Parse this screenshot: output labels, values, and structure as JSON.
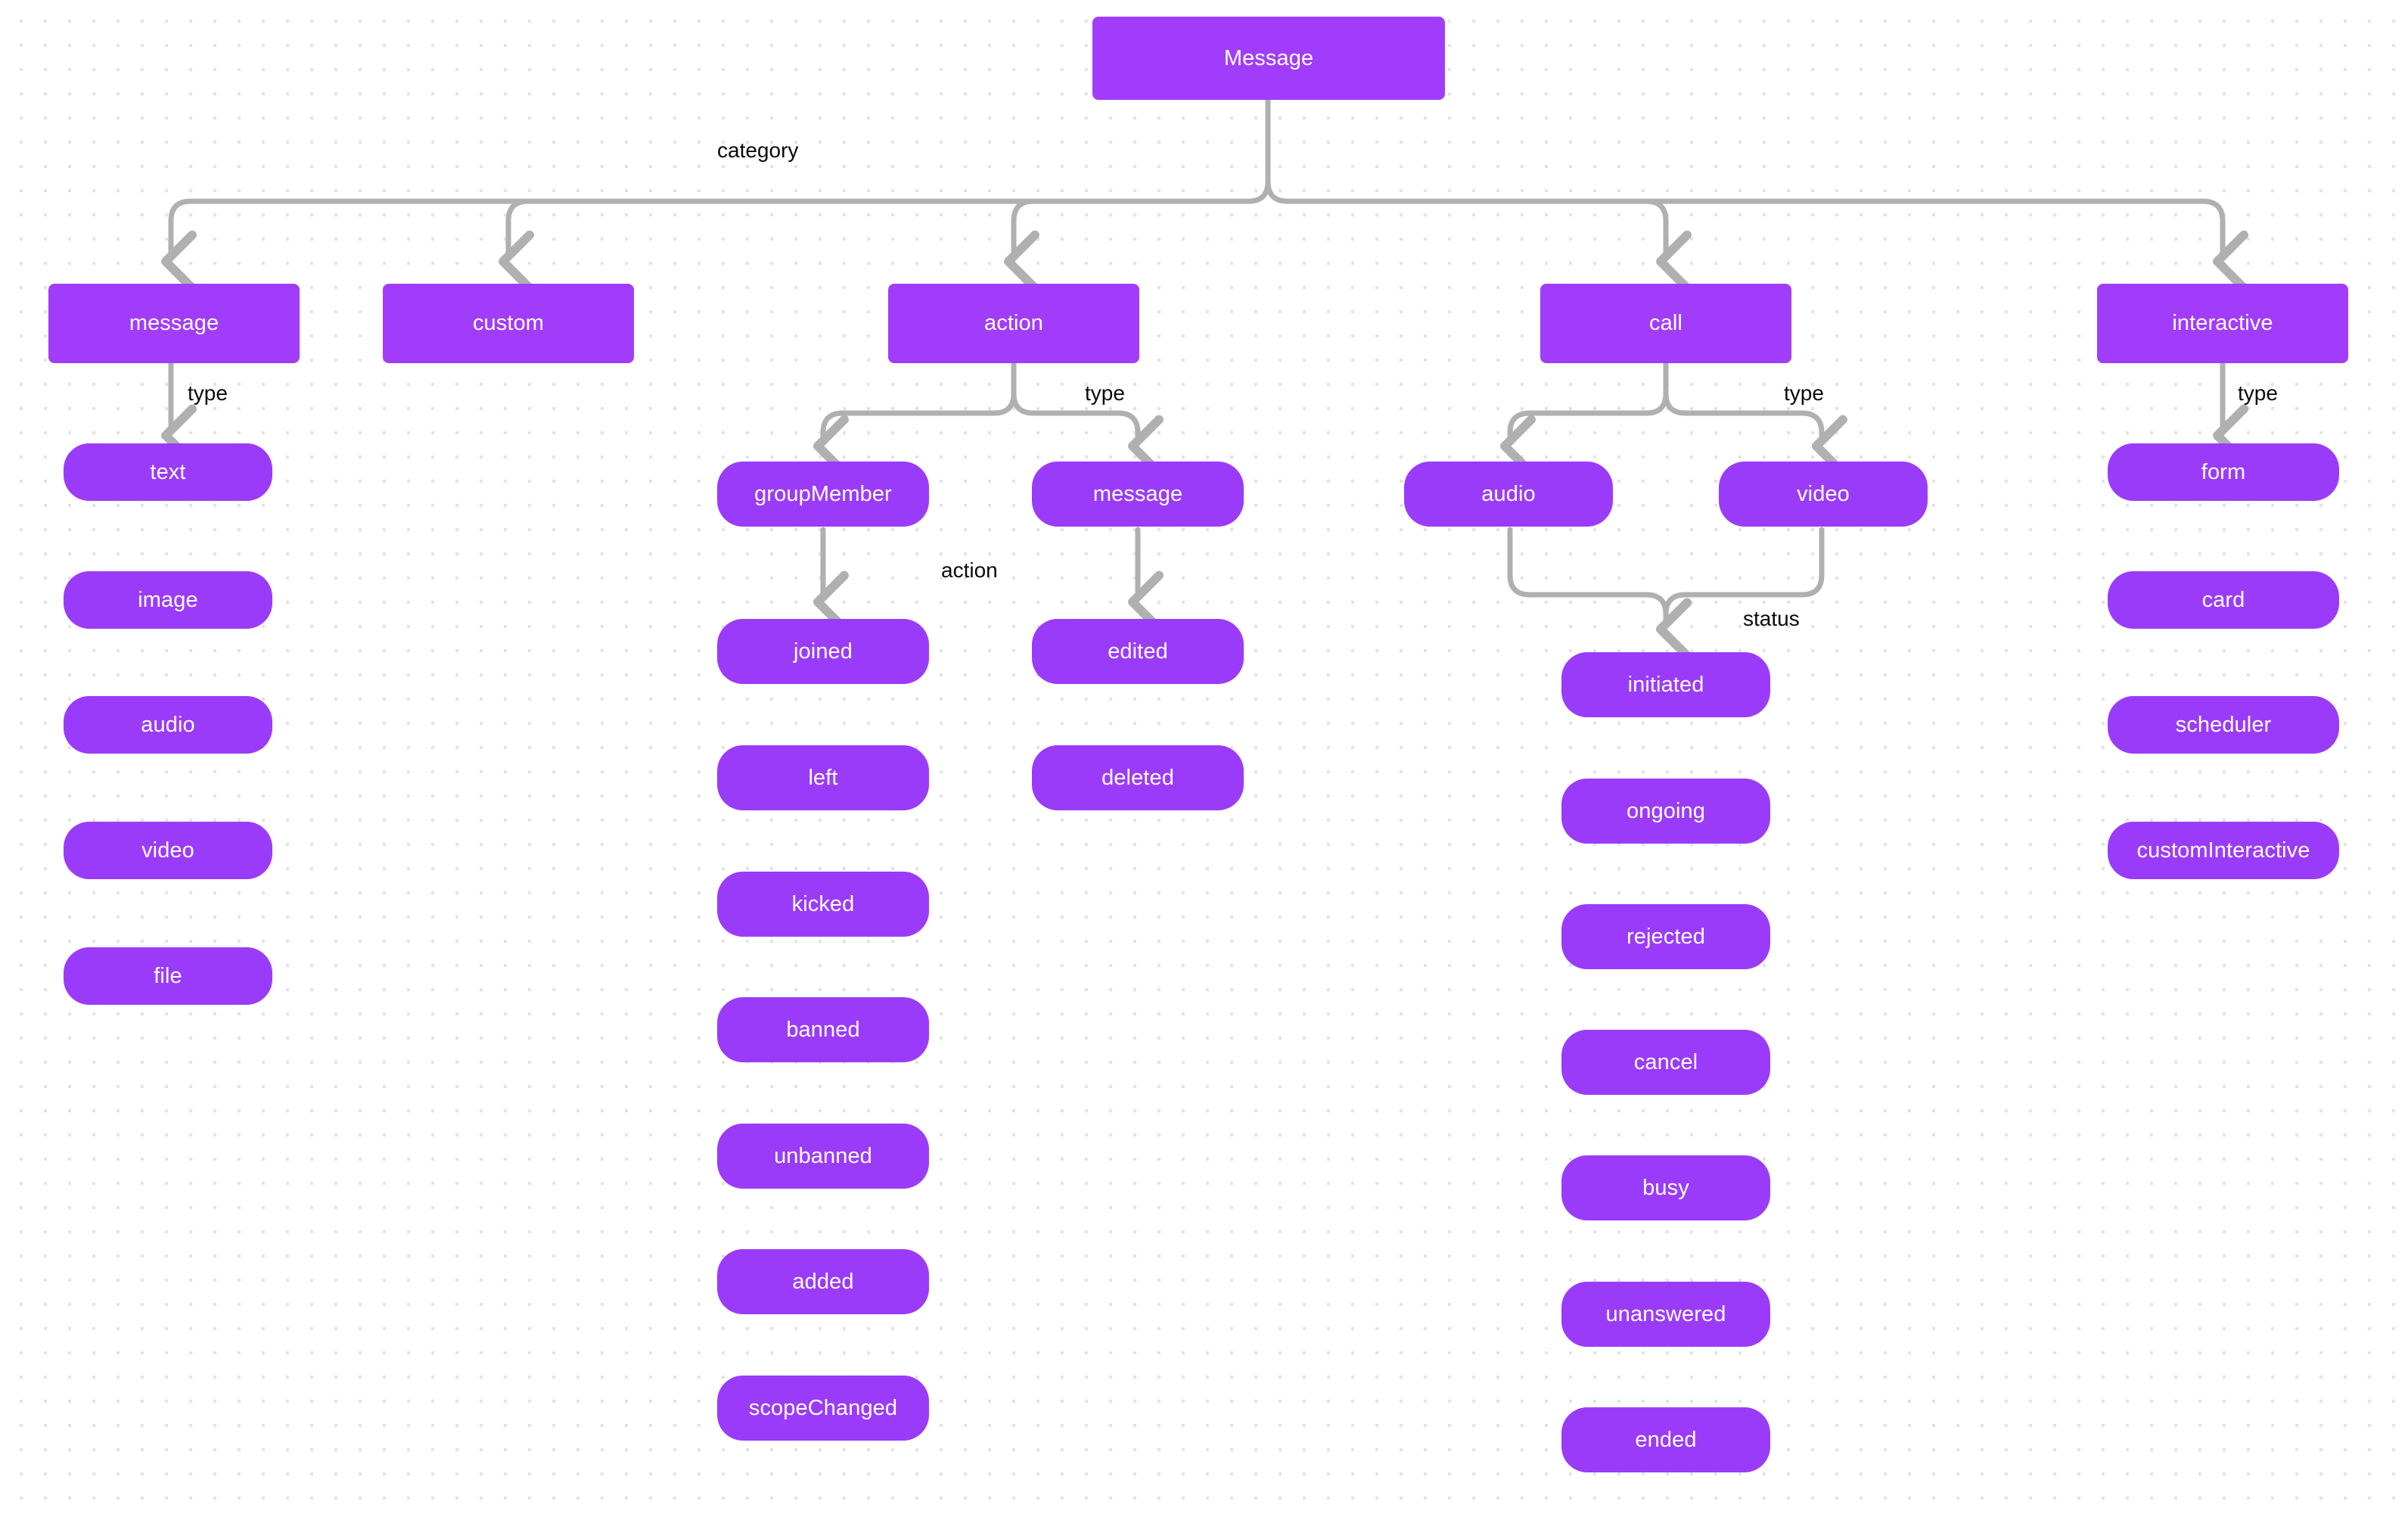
{
  "diagram": {
    "title": "Message",
    "background": "#ffffff",
    "dot_color": "#e3e3e3",
    "node_color": "#a23cfb",
    "leaf_color": "#9b3bfa",
    "edge_color": "#b0b0b0",
    "label_color": "#0a0a0a",
    "root": {
      "label": "Message"
    },
    "edge_labels": {
      "category": "category",
      "type_message": "type",
      "type_action": "type",
      "type_call": "type",
      "type_interactive": "type",
      "action_groupmember": "action",
      "status_call": "status"
    },
    "categories": [
      {
        "id": "message",
        "label": "message"
      },
      {
        "id": "custom",
        "label": "custom"
      },
      {
        "id": "action",
        "label": "action"
      },
      {
        "id": "call",
        "label": "call"
      },
      {
        "id": "interactive",
        "label": "interactive"
      }
    ],
    "message_types": [
      {
        "label": "text"
      },
      {
        "label": "image"
      },
      {
        "label": "audio"
      },
      {
        "label": "video"
      },
      {
        "label": "file"
      }
    ],
    "action_types": [
      {
        "label": "groupMember"
      },
      {
        "label": "message"
      }
    ],
    "groupmember_actions": [
      {
        "label": "joined"
      },
      {
        "label": "left"
      },
      {
        "label": "kicked"
      },
      {
        "label": "banned"
      },
      {
        "label": "unbanned"
      },
      {
        "label": "added"
      },
      {
        "label": "scopeChanged"
      }
    ],
    "message_actions": [
      {
        "label": "edited"
      },
      {
        "label": "deleted"
      }
    ],
    "call_types": [
      {
        "label": "audio"
      },
      {
        "label": "video"
      }
    ],
    "call_statuses": [
      {
        "label": "initiated"
      },
      {
        "label": "ongoing"
      },
      {
        "label": "rejected"
      },
      {
        "label": "cancel"
      },
      {
        "label": "busy"
      },
      {
        "label": "unanswered"
      },
      {
        "label": "ended"
      }
    ],
    "interactive_types": [
      {
        "label": "form"
      },
      {
        "label": "card"
      },
      {
        "label": "scheduler"
      },
      {
        "label": "customInteractive"
      }
    ]
  }
}
